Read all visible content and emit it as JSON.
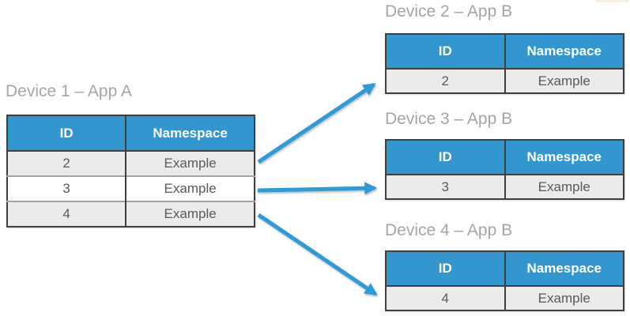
{
  "tables": {
    "source": {
      "title": "Device 1 – App A",
      "columns": [
        "ID",
        "Namespace"
      ],
      "rows": [
        [
          "2",
          "Example"
        ],
        [
          "3",
          "Example"
        ],
        [
          "4",
          "Example"
        ]
      ]
    },
    "targets": [
      {
        "title": "Device 2 – App B",
        "columns": [
          "ID",
          "Namespace"
        ],
        "rows": [
          [
            "2",
            "Example"
          ]
        ]
      },
      {
        "title": "Device 3 – App B",
        "columns": [
          "ID",
          "Namespace"
        ],
        "rows": [
          [
            "3",
            "Example"
          ]
        ]
      },
      {
        "title": "Device 4 – App B",
        "columns": [
          "ID",
          "Namespace"
        ],
        "rows": [
          [
            "4",
            "Example"
          ]
        ]
      }
    ]
  },
  "arrows": [
    {
      "name": "arrow-to-device-2",
      "from_row": "2",
      "to_table": "Device 2 – App B"
    },
    {
      "name": "arrow-to-device-3",
      "from_row": "3",
      "to_table": "Device 3 – App B"
    },
    {
      "name": "arrow-to-device-4",
      "from_row": "4",
      "to_table": "Device 4 – App B"
    }
  ],
  "colors": {
    "header_bg": "#3496CE",
    "header_text": "#FFFFFF",
    "arrow": "#2E9BD6",
    "border_dark": "#3F3F3F",
    "row_divider": "#A3A3A3",
    "row_alt": "#EBEBEB",
    "title_text": "#A6A6A6",
    "cell_text": "#595959",
    "fragment": "#F6EFE3"
  }
}
